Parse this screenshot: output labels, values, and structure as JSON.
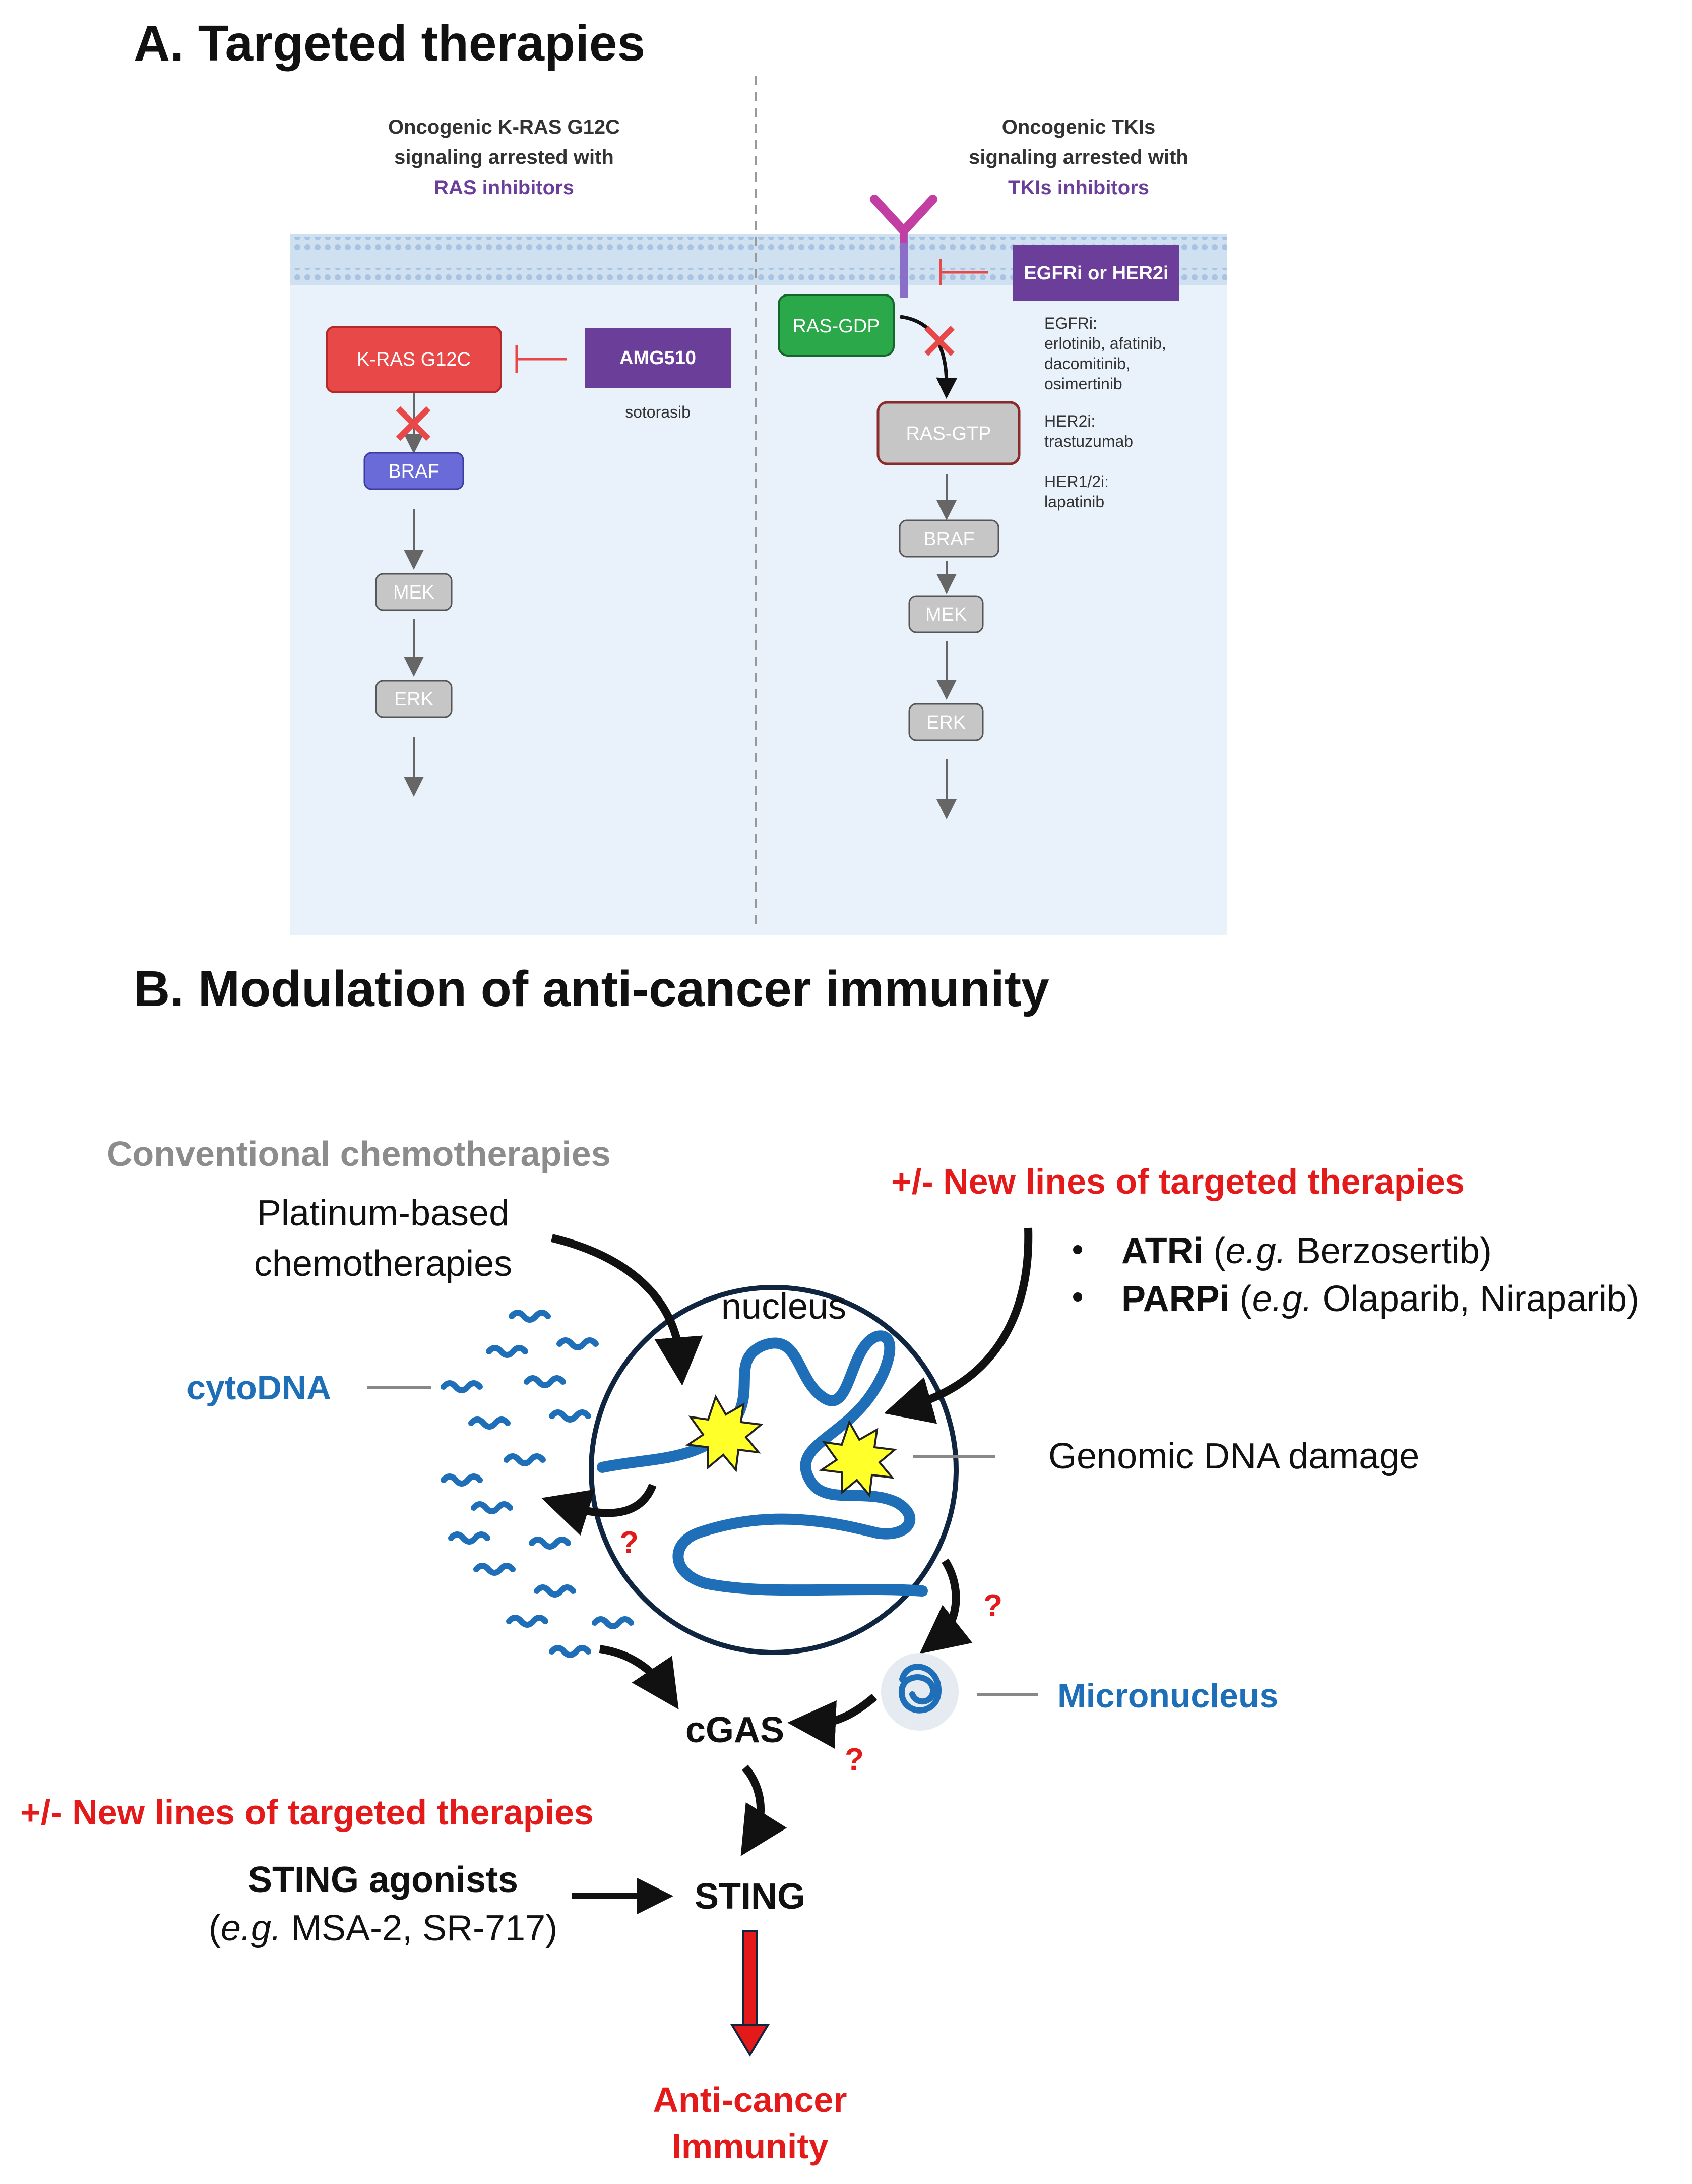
{
  "panel_a": {
    "title": "A. Targeted therapies",
    "left_header": [
      "Oncogenic K-RAS G12C",
      "signaling arrested with",
      "RAS inhibitors"
    ],
    "right_header": [
      "Oncogenic TKIs",
      "signaling arrested with",
      "TKIs inhibitors"
    ],
    "left": {
      "kras": "K-RAS G12C",
      "amg": "AMG510",
      "sotorasib": "sotorasib",
      "braf": "BRAF",
      "mek": "MEK",
      "erk": "ERK"
    },
    "right": {
      "egfr_her2": "EGFRi or HER2i",
      "ras_gdp": "RAS-GDP",
      "ras_gtp": "RAS-GTP",
      "braf": "BRAF",
      "mek": "MEK",
      "erk": "ERK",
      "drug_list": [
        "EGFRi:",
        "erlotinib, afatinib,",
        "dacomitinib,",
        "osimertinib",
        "",
        "HER2i:",
        "trastuzumab",
        "",
        "HER1/2i:",
        "lapatinib"
      ]
    },
    "colors": {
      "membrane": "#bcd3ea",
      "cytoplasm": "#e9f1fa",
      "kras": "#e84848",
      "braf_active": "#6a6ad8",
      "purple": "#6b3e9a",
      "ras_gdp": "#2aa84a",
      "inactive": "#c6c6c6"
    }
  },
  "panel_b": {
    "title": "B. Modulation of anti-cancer immunity",
    "conventional": "Conventional chemotherapies",
    "platinum": [
      "Platinum-based",
      "chemotherapies"
    ],
    "new_lines_top": "+/- New lines of targeted therapies",
    "atri_bold": "ATRi",
    "atri_open": " (",
    "atri_eg": "e.g.",
    "atri_rest": " Berzosertib)",
    "parpi_bold": "PARPi",
    "parpi_open": " (",
    "parpi_eg": "e.g.",
    "parpi_rest": " Olaparib, Niraparib)",
    "nucleus": "nucleus",
    "cytodna": "cytoDNA",
    "genomic": "Genomic DNA damage",
    "micronucleus": "Micronucleus",
    "cgas": "cGAS",
    "new_lines_bottom": "+/- New lines of targeted therapies",
    "sting_agonists": "STING agonists",
    "sting_eg_open": "(",
    "sting_eg": "e.g.",
    "sting_eg_rest": " MSA-2, SR-717)",
    "sting": "STING",
    "anticancer": [
      "Anti-cancer",
      "Immunity"
    ],
    "question": "?",
    "colors": {
      "dna_blue": "#1f6fb8",
      "red": "#e41a1a",
      "yellow": "#ffff2a"
    }
  }
}
